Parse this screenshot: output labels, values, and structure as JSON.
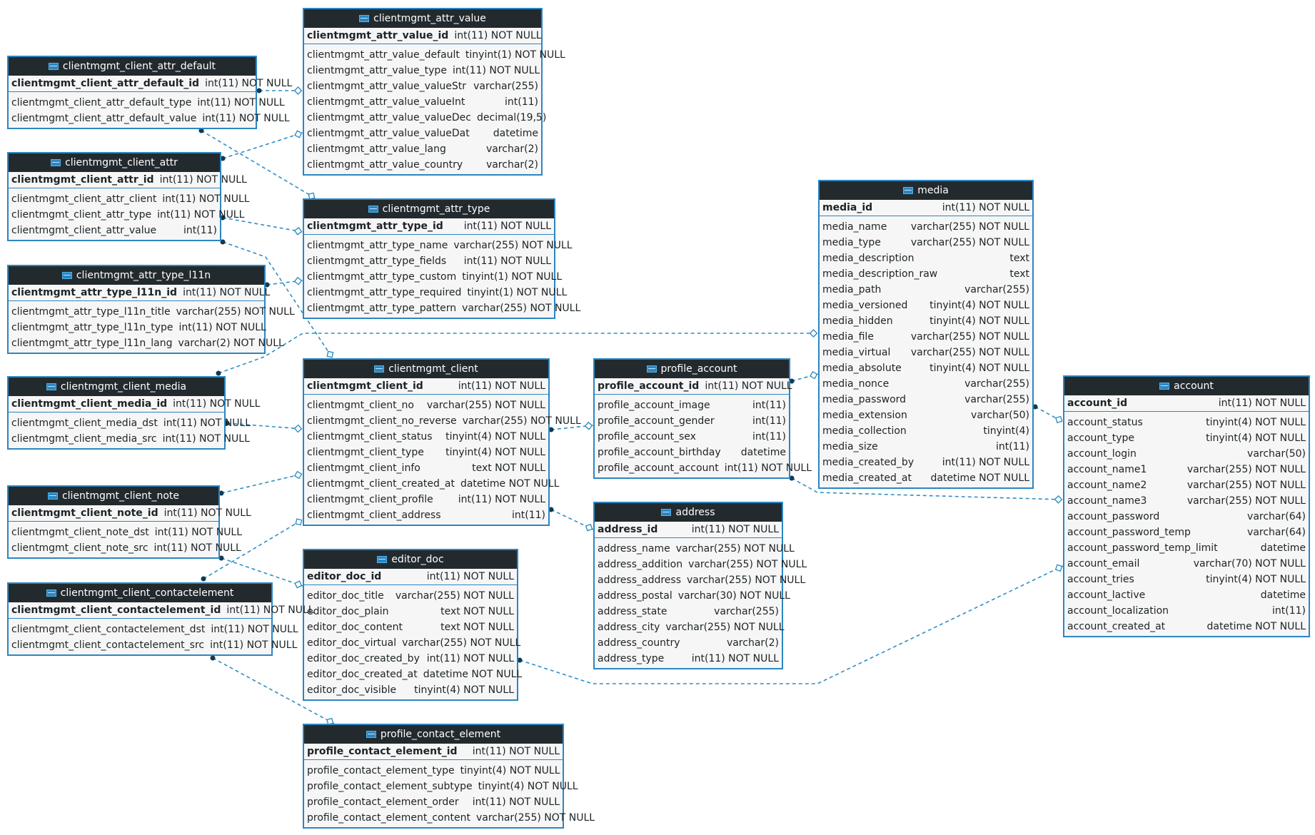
{
  "diagram": {
    "tables": [
      {
        "id": "clientmgmt_attr_value",
        "name": "clientmgmt_attr_value",
        "pk": {
          "name": "clientmgmt_attr_value_id",
          "type": "int(11) NOT NULL"
        },
        "columns": [
          {
            "name": "clientmgmt_attr_value_default",
            "type": "tinyint(1) NOT NULL"
          },
          {
            "name": "clientmgmt_attr_value_type",
            "type": "int(11) NOT NULL"
          },
          {
            "name": "clientmgmt_attr_value_valueStr",
            "type": "varchar(255)"
          },
          {
            "name": "clientmgmt_attr_value_valueInt",
            "type": "int(11)"
          },
          {
            "name": "clientmgmt_attr_value_valueDec",
            "type": "decimal(19,5)"
          },
          {
            "name": "clientmgmt_attr_value_valueDat",
            "type": "datetime"
          },
          {
            "name": "clientmgmt_attr_value_lang",
            "type": "varchar(2)"
          },
          {
            "name": "clientmgmt_attr_value_country",
            "type": "varchar(2)"
          }
        ]
      },
      {
        "id": "clientmgmt_client_attr_default",
        "name": "clientmgmt_client_attr_default",
        "pk": {
          "name": "clientmgmt_client_attr_default_id",
          "type": "int(11) NOT NULL"
        },
        "columns": [
          {
            "name": "clientmgmt_client_attr_default_type",
            "type": "int(11) NOT NULL"
          },
          {
            "name": "clientmgmt_client_attr_default_value",
            "type": "int(11) NOT NULL"
          }
        ]
      },
      {
        "id": "clientmgmt_client_attr",
        "name": "clientmgmt_client_attr",
        "pk": {
          "name": "clientmgmt_client_attr_id",
          "type": "int(11) NOT NULL"
        },
        "columns": [
          {
            "name": "clientmgmt_client_attr_client",
            "type": "int(11) NOT NULL"
          },
          {
            "name": "clientmgmt_client_attr_type",
            "type": "int(11) NOT NULL"
          },
          {
            "name": "clientmgmt_client_attr_value",
            "type": "int(11)"
          }
        ]
      },
      {
        "id": "clientmgmt_attr_type",
        "name": "clientmgmt_attr_type",
        "pk": {
          "name": "clientmgmt_attr_type_id",
          "type": "int(11) NOT NULL"
        },
        "columns": [
          {
            "name": "clientmgmt_attr_type_name",
            "type": "varchar(255) NOT NULL"
          },
          {
            "name": "clientmgmt_attr_type_fields",
            "type": "int(11) NOT NULL"
          },
          {
            "name": "clientmgmt_attr_type_custom",
            "type": "tinyint(1) NOT NULL"
          },
          {
            "name": "clientmgmt_attr_type_required",
            "type": "tinyint(1) NOT NULL"
          },
          {
            "name": "clientmgmt_attr_type_pattern",
            "type": "varchar(255) NOT NULL"
          }
        ]
      },
      {
        "id": "clientmgmt_attr_type_l11n",
        "name": "clientmgmt_attr_type_l11n",
        "pk": {
          "name": "clientmgmt_attr_type_l11n_id",
          "type": "int(11) NOT NULL"
        },
        "columns": [
          {
            "name": "clientmgmt_attr_type_l11n_title",
            "type": "varchar(255) NOT NULL"
          },
          {
            "name": "clientmgmt_attr_type_l11n_type",
            "type": "int(11) NOT NULL"
          },
          {
            "name": "clientmgmt_attr_type_l11n_lang",
            "type": "varchar(2) NOT NULL"
          }
        ]
      },
      {
        "id": "media",
        "name": "media",
        "pk": {
          "name": "media_id",
          "type": "int(11) NOT NULL"
        },
        "columns": [
          {
            "name": "media_name",
            "type": "varchar(255) NOT NULL"
          },
          {
            "name": "media_type",
            "type": "varchar(255) NOT NULL"
          },
          {
            "name": "media_description",
            "type": "text"
          },
          {
            "name": "media_description_raw",
            "type": "text"
          },
          {
            "name": "media_path",
            "type": "varchar(255)"
          },
          {
            "name": "media_versioned",
            "type": "tinyint(4) NOT NULL"
          },
          {
            "name": "media_hidden",
            "type": "tinyint(4) NOT NULL"
          },
          {
            "name": "media_file",
            "type": "varchar(255) NOT NULL"
          },
          {
            "name": "media_virtual",
            "type": "varchar(255) NOT NULL"
          },
          {
            "name": "media_absolute",
            "type": "tinyint(4) NOT NULL"
          },
          {
            "name": "media_nonce",
            "type": "varchar(255)"
          },
          {
            "name": "media_password",
            "type": "varchar(255)"
          },
          {
            "name": "media_extension",
            "type": "varchar(50)"
          },
          {
            "name": "media_collection",
            "type": "tinyint(4)"
          },
          {
            "name": "media_size",
            "type": "int(11)"
          },
          {
            "name": "media_created_by",
            "type": "int(11) NOT NULL"
          },
          {
            "name": "media_created_at",
            "type": "datetime NOT NULL"
          }
        ]
      },
      {
        "id": "clientmgmt_client_media",
        "name": "clientmgmt_client_media",
        "pk": {
          "name": "clientmgmt_client_media_id",
          "type": "int(11) NOT NULL"
        },
        "columns": [
          {
            "name": "clientmgmt_client_media_dst",
            "type": "int(11) NOT NULL"
          },
          {
            "name": "clientmgmt_client_media_src",
            "type": "int(11) NOT NULL"
          }
        ]
      },
      {
        "id": "clientmgmt_client",
        "name": "clientmgmt_client",
        "pk": {
          "name": "clientmgmt_client_id",
          "type": "int(11) NOT NULL"
        },
        "columns": [
          {
            "name": "clientmgmt_client_no",
            "type": "varchar(255) NOT NULL"
          },
          {
            "name": "clientmgmt_client_no_reverse",
            "type": "varchar(255) NOT NULL"
          },
          {
            "name": "clientmgmt_client_status",
            "type": "tinyint(4) NOT NULL"
          },
          {
            "name": "clientmgmt_client_type",
            "type": "tinyint(4) NOT NULL"
          },
          {
            "name": "clientmgmt_client_info",
            "type": "text NOT NULL"
          },
          {
            "name": "clientmgmt_client_created_at",
            "type": "datetime NOT NULL"
          },
          {
            "name": "clientmgmt_client_profile",
            "type": "int(11) NOT NULL"
          },
          {
            "name": "clientmgmt_client_address",
            "type": "int(11)"
          }
        ]
      },
      {
        "id": "profile_account",
        "name": "profile_account",
        "pk": {
          "name": "profile_account_id",
          "type": "int(11) NOT NULL"
        },
        "columns": [
          {
            "name": "profile_account_image",
            "type": "int(11)"
          },
          {
            "name": "profile_account_gender",
            "type": "int(11)"
          },
          {
            "name": "profile_account_sex",
            "type": "int(11)"
          },
          {
            "name": "profile_account_birthday",
            "type": "datetime"
          },
          {
            "name": "profile_account_account",
            "type": "int(11) NOT NULL"
          }
        ]
      },
      {
        "id": "account",
        "name": "account",
        "pk": {
          "name": "account_id",
          "type": "int(11) NOT NULL"
        },
        "columns": [
          {
            "name": "account_status",
            "type": "tinyint(4) NOT NULL"
          },
          {
            "name": "account_type",
            "type": "tinyint(4) NOT NULL"
          },
          {
            "name": "account_login",
            "type": "varchar(50)"
          },
          {
            "name": "account_name1",
            "type": "varchar(255) NOT NULL"
          },
          {
            "name": "account_name2",
            "type": "varchar(255) NOT NULL"
          },
          {
            "name": "account_name3",
            "type": "varchar(255) NOT NULL"
          },
          {
            "name": "account_password",
            "type": "varchar(64)"
          },
          {
            "name": "account_password_temp",
            "type": "varchar(64)"
          },
          {
            "name": "account_password_temp_limit",
            "type": "datetime"
          },
          {
            "name": "account_email",
            "type": "varchar(70) NOT NULL"
          },
          {
            "name": "account_tries",
            "type": "tinyint(4) NOT NULL"
          },
          {
            "name": "account_lactive",
            "type": "datetime"
          },
          {
            "name": "account_localization",
            "type": "int(11)"
          },
          {
            "name": "account_created_at",
            "type": "datetime NOT NULL"
          }
        ]
      },
      {
        "id": "clientmgmt_client_note",
        "name": "clientmgmt_client_note",
        "pk": {
          "name": "clientmgmt_client_note_id",
          "type": "int(11) NOT NULL"
        },
        "columns": [
          {
            "name": "clientmgmt_client_note_dst",
            "type": "int(11) NOT NULL"
          },
          {
            "name": "clientmgmt_client_note_src",
            "type": "int(11) NOT NULL"
          }
        ]
      },
      {
        "id": "address",
        "name": "address",
        "pk": {
          "name": "address_id",
          "type": "int(11) NOT NULL"
        },
        "columns": [
          {
            "name": "address_name",
            "type": "varchar(255) NOT NULL"
          },
          {
            "name": "address_addition",
            "type": "varchar(255) NOT NULL"
          },
          {
            "name": "address_address",
            "type": "varchar(255) NOT NULL"
          },
          {
            "name": "address_postal",
            "type": "varchar(30) NOT NULL"
          },
          {
            "name": "address_state",
            "type": "varchar(255)"
          },
          {
            "name": "address_city",
            "type": "varchar(255) NOT NULL"
          },
          {
            "name": "address_country",
            "type": "varchar(2)"
          },
          {
            "name": "address_type",
            "type": "int(11) NOT NULL"
          }
        ]
      },
      {
        "id": "editor_doc",
        "name": "editor_doc",
        "pk": {
          "name": "editor_doc_id",
          "type": "int(11) NOT NULL"
        },
        "columns": [
          {
            "name": "editor_doc_title",
            "type": "varchar(255) NOT NULL"
          },
          {
            "name": "editor_doc_plain",
            "type": "text NOT NULL"
          },
          {
            "name": "editor_doc_content",
            "type": "text NOT NULL"
          },
          {
            "name": "editor_doc_virtual",
            "type": "varchar(255) NOT NULL"
          },
          {
            "name": "editor_doc_created_by",
            "type": "int(11) NOT NULL"
          },
          {
            "name": "editor_doc_created_at",
            "type": "datetime NOT NULL"
          },
          {
            "name": "editor_doc_visible",
            "type": "tinyint(4) NOT NULL"
          }
        ]
      },
      {
        "id": "clientmgmt_client_contactelement",
        "name": "clientmgmt_client_contactelement",
        "pk": {
          "name": "clientmgmt_client_contactelement_id",
          "type": "int(11) NOT NULL"
        },
        "columns": [
          {
            "name": "clientmgmt_client_contactelement_dst",
            "type": "int(11) NOT NULL"
          },
          {
            "name": "clientmgmt_client_contactelement_src",
            "type": "int(11) NOT NULL"
          }
        ]
      },
      {
        "id": "profile_contact_element",
        "name": "profile_contact_element",
        "pk": {
          "name": "profile_contact_element_id",
          "type": "int(11) NOT NULL"
        },
        "columns": [
          {
            "name": "profile_contact_element_type",
            "type": "tinyint(4) NOT NULL"
          },
          {
            "name": "profile_contact_element_subtype",
            "type": "tinyint(4) NOT NULL"
          },
          {
            "name": "profile_contact_element_order",
            "type": "int(11) NOT NULL"
          },
          {
            "name": "profile_contact_element_content",
            "type": "varchar(255) NOT NULL"
          }
        ]
      }
    ],
    "relations": [
      {
        "id": "r1",
        "from": "clientmgmt_client_attr_default.clientmgmt_client_attr_default_id",
        "to": "clientmgmt_attr_value"
      },
      {
        "id": "r2",
        "from": "clientmgmt_client_attr.clientmgmt_client_attr_id",
        "to": "clientmgmt_attr_value"
      },
      {
        "id": "r3",
        "from": "clientmgmt_client_attr_default.clientmgmt_client_attr_default_type",
        "to": "clientmgmt_attr_type"
      },
      {
        "id": "r4",
        "from": "clientmgmt_client_attr.clientmgmt_client_attr_type",
        "to": "clientmgmt_attr_type"
      },
      {
        "id": "r5",
        "from": "clientmgmt_attr_type_l11n.clientmgmt_attr_type_l11n_id",
        "to": "clientmgmt_attr_type"
      },
      {
        "id": "r6",
        "from": "clientmgmt_client_attr.clientmgmt_client_attr_value",
        "to": "clientmgmt_client"
      },
      {
        "id": "r7",
        "from": "clientmgmt_client_media.clientmgmt_client_media_id",
        "to": "media"
      },
      {
        "id": "r8",
        "from": "clientmgmt_client_media.clientmgmt_client_media_dst",
        "to": "clientmgmt_client"
      },
      {
        "id": "r9",
        "from": "clientmgmt_client_note.clientmgmt_client_note_id",
        "to": "clientmgmt_client"
      },
      {
        "id": "r10",
        "from": "clientmgmt_client_contactelement.clientmgmt_client_contactelement_id",
        "to": "clientmgmt_client"
      },
      {
        "id": "r11",
        "from": "clientmgmt_client_note.clientmgmt_client_note_src",
        "to": "editor_doc"
      },
      {
        "id": "r12",
        "from": "clientmgmt_client_contactelement.clientmgmt_client_contactelement_src",
        "to": "profile_contact_element"
      },
      {
        "id": "r13",
        "from": "clientmgmt_client.clientmgmt_client_id",
        "to": "profile_account"
      },
      {
        "id": "r14",
        "from": "clientmgmt_client.clientmgmt_client_address",
        "to": "address"
      },
      {
        "id": "r15",
        "from": "profile_account.profile_account_id",
        "to": "media"
      },
      {
        "id": "r16",
        "from": "profile_account.profile_account_account",
        "to": "account"
      },
      {
        "id": "r17",
        "from": "media.media_created_by",
        "to": "account"
      },
      {
        "id": "r18",
        "from": "editor_doc.editor_doc_created_by",
        "to": "account"
      }
    ],
    "colors": {
      "link": "#2f8fc4",
      "border": "#2c86c2",
      "header": "#232a2e",
      "body": "#f6f6f6"
    }
  }
}
